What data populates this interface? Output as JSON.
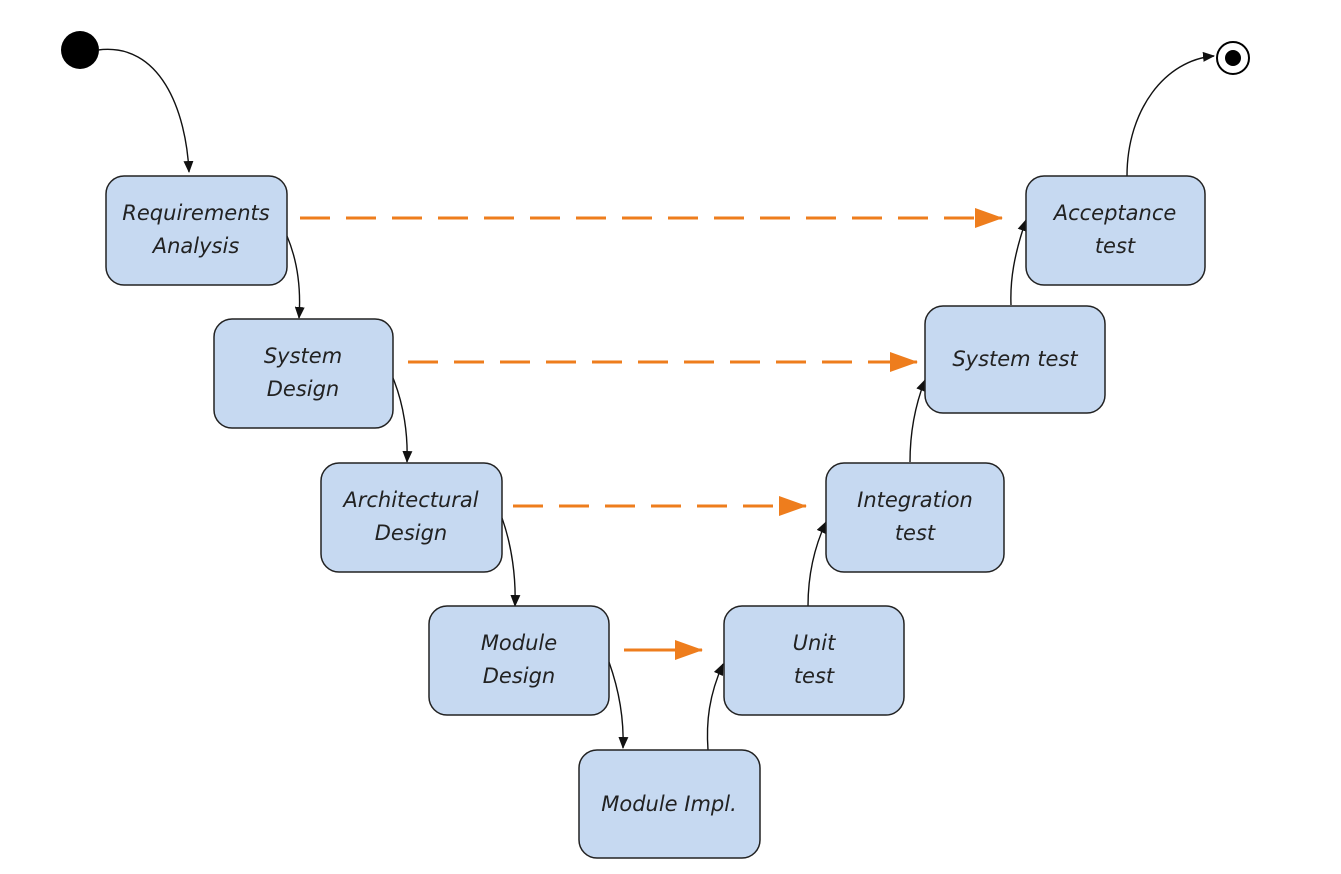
{
  "diagram": {
    "colors": {
      "node_fill": "#c6d9f1",
      "node_stroke": "#222222",
      "flow_arrow": "#111111",
      "trace_arrow": "#ee7d1d"
    },
    "start_node": "initial-state",
    "end_node": "final-state",
    "nodes": {
      "requirements": {
        "lines": [
          "Requirements",
          "Analysis"
        ]
      },
      "system_design": {
        "lines": [
          "System",
          "Design"
        ]
      },
      "architectural_design": {
        "lines": [
          "Architectural",
          "Design"
        ]
      },
      "module_design": {
        "lines": [
          "Module",
          "Design"
        ]
      },
      "module_impl": {
        "lines": [
          "Module Impl."
        ]
      },
      "unit_test": {
        "lines": [
          "Unit",
          "test"
        ]
      },
      "integration_test": {
        "lines": [
          "Integration",
          "test"
        ]
      },
      "system_test": {
        "lines": [
          "System test"
        ]
      },
      "acceptance_test": {
        "lines": [
          "Acceptance",
          "test"
        ]
      }
    },
    "flow_edges": [
      [
        "start",
        "requirements"
      ],
      [
        "requirements",
        "system_design"
      ],
      [
        "system_design",
        "architectural_design"
      ],
      [
        "architectural_design",
        "module_design"
      ],
      [
        "module_design",
        "module_impl"
      ],
      [
        "module_impl",
        "unit_test"
      ],
      [
        "unit_test",
        "integration_test"
      ],
      [
        "integration_test",
        "system_test"
      ],
      [
        "system_test",
        "acceptance_test"
      ],
      [
        "acceptance_test",
        "end"
      ]
    ],
    "trace_edges": [
      [
        "requirements",
        "acceptance_test"
      ],
      [
        "system_design",
        "system_test"
      ],
      [
        "architectural_design",
        "integration_test"
      ],
      [
        "module_design",
        "unit_test"
      ]
    ]
  }
}
